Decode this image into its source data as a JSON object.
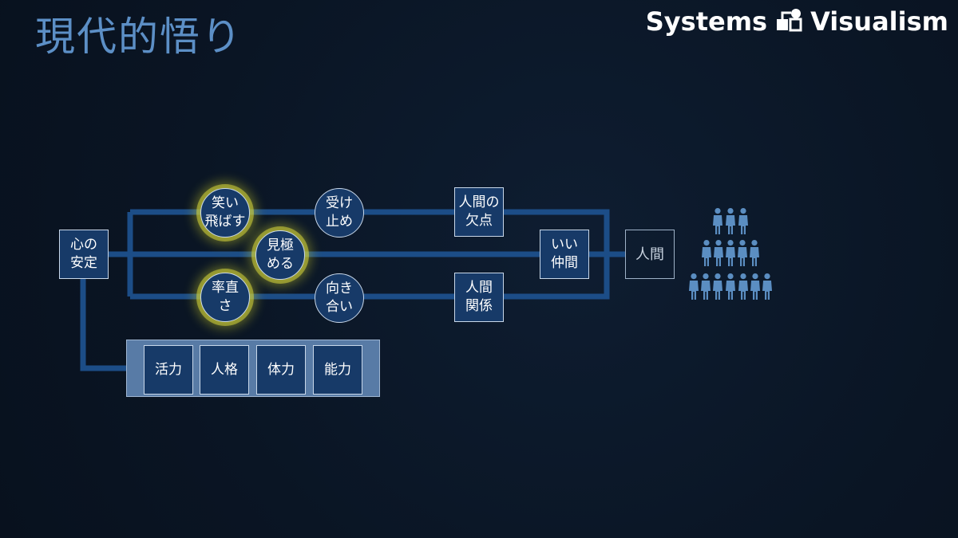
{
  "title": "現代的悟り",
  "brand": {
    "name": "Systems",
    "name2": "Visualism",
    "logo_icon": "systems-visualism-logo-icon"
  },
  "nodes": {
    "heart": "心の\n安定",
    "laugh": "笑い\n飛ばす",
    "discern": "見極\nめる",
    "honest": "率直\nさ",
    "accept": "受け\n止め",
    "face": "向き\n合い",
    "flaw": "人間の\n欠点",
    "relation": "人間\n関係",
    "friend": "いい\n仲間",
    "human": "人間"
  },
  "tray": [
    "活力",
    "人格",
    "体力",
    "能力"
  ],
  "colors": {
    "line": "#1c4d87",
    "glow": "#d6d63c",
    "node_fill": "#173a68",
    "people": "#5b8ec2"
  },
  "people_icon": "people-crowd-icon"
}
